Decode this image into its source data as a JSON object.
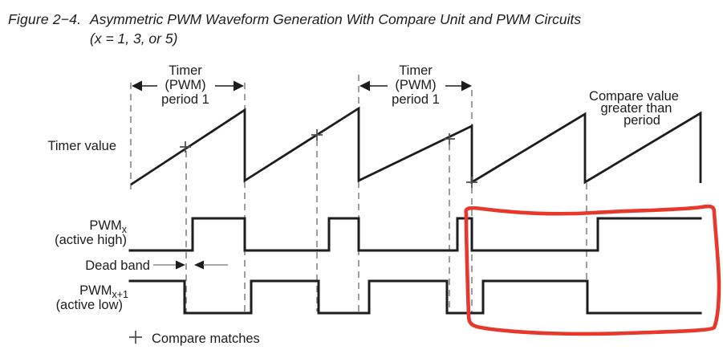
{
  "figure": {
    "label": "Figure 2−4.",
    "title": "Asymmetric PWM Waveform Generation With Compare Unit and PWM Circuits",
    "subtitle": "(x = 1, 3, or 5)"
  },
  "diagram": {
    "timer_value_label": "Timer value",
    "period_annotation": {
      "line1": "Timer",
      "line2": "(PWM)",
      "line3": "period 1"
    },
    "compare_note": {
      "line1": "Compare value",
      "line2": "greater than",
      "line3": "period"
    },
    "pwm_high": {
      "name": "PWM",
      "sub": "x",
      "mode": "(active high)"
    },
    "pwm_low": {
      "name": "PWM",
      "sub": "x+1",
      "mode": "(active low)"
    },
    "dead_band_label": "Dead band",
    "legend": {
      "symbol_name": "plus-marker",
      "label": "Compare matches"
    },
    "annotation_color": "#e8382b",
    "waveform_facts": {
      "sawtooth_period_count": 5,
      "compare_match_marker_count": 4,
      "period_boundaries_x": [
        163,
        305,
        447,
        588,
        731,
        873
      ],
      "compare_match_points_x": [
        231,
        395,
        560,
        588
      ],
      "pwm_x_high_intervals_x": [
        [
          240,
          305
        ],
        [
          410,
          447
        ],
        [
          570,
          588
        ],
        [
          745,
          873
        ]
      ],
      "pwm_x1_low_intervals_x": [
        [
          230,
          313
        ],
        [
          397,
          460
        ],
        [
          557,
          602
        ],
        [
          732,
          873
        ]
      ],
      "red_highlight_region_x": [
        581,
        896
      ]
    }
  }
}
